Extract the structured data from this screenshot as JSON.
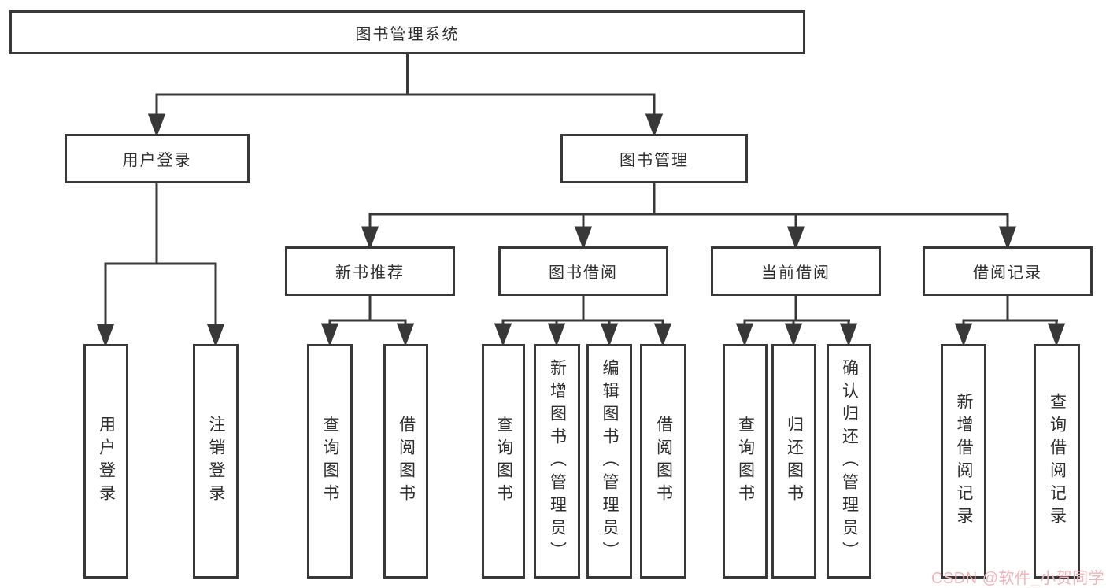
{
  "diagram": {
    "type": "hierarchy-tree",
    "line_color": "#383838",
    "box_border_color": "#383838",
    "text_color": "#2e2e2e",
    "root": {
      "label": "图书管理系统"
    },
    "branches": [
      {
        "label": "用户登录",
        "children": [
          "用户登录",
          "注销登录"
        ]
      },
      {
        "label": "图书管理"
      }
    ],
    "modules": [
      {
        "label": "新书推荐",
        "children": [
          "查询图书",
          "借阅图书"
        ]
      },
      {
        "label": "图书借阅",
        "children": [
          "查询图书",
          "新增图书（管理员）",
          "编辑图书（管理员）",
          "借阅图书"
        ]
      },
      {
        "label": "当前借阅",
        "children": [
          "查询图书",
          "归还图书",
          "确认归还（管理员）"
        ]
      },
      {
        "label": "借阅记录",
        "children": [
          "新增借阅记录",
          "查询借阅记录"
        ]
      }
    ]
  },
  "watermark": {
    "text": "CSDN @软件_小贺同学",
    "color": "#f2b3b8"
  }
}
